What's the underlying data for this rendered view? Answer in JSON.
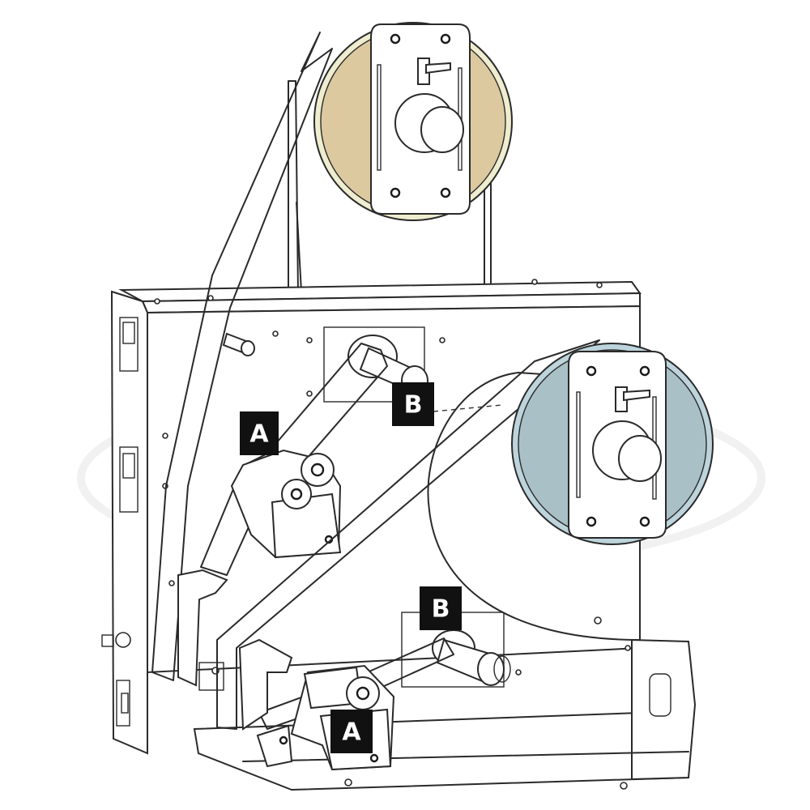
{
  "labels": {
    "a_upper": "A",
    "b_upper": "B",
    "a_lower": "A",
    "b_lower": "B"
  },
  "colors": {
    "yellow_web": "#efedcf",
    "yellow_roll": "#dcc9a0",
    "blue_web": "#bdd4dc",
    "blue_roll": "#a9c0c7",
    "machine_line": "#2a2a2a",
    "label_background": "#111111",
    "label_text": "#ffffff"
  },
  "icons": [
    "yellow-material-roll-icon",
    "blue-material-roll-icon",
    "rewind-spindle-icon",
    "nip-roller-assembly-icon",
    "toggle-switch-icon"
  ]
}
